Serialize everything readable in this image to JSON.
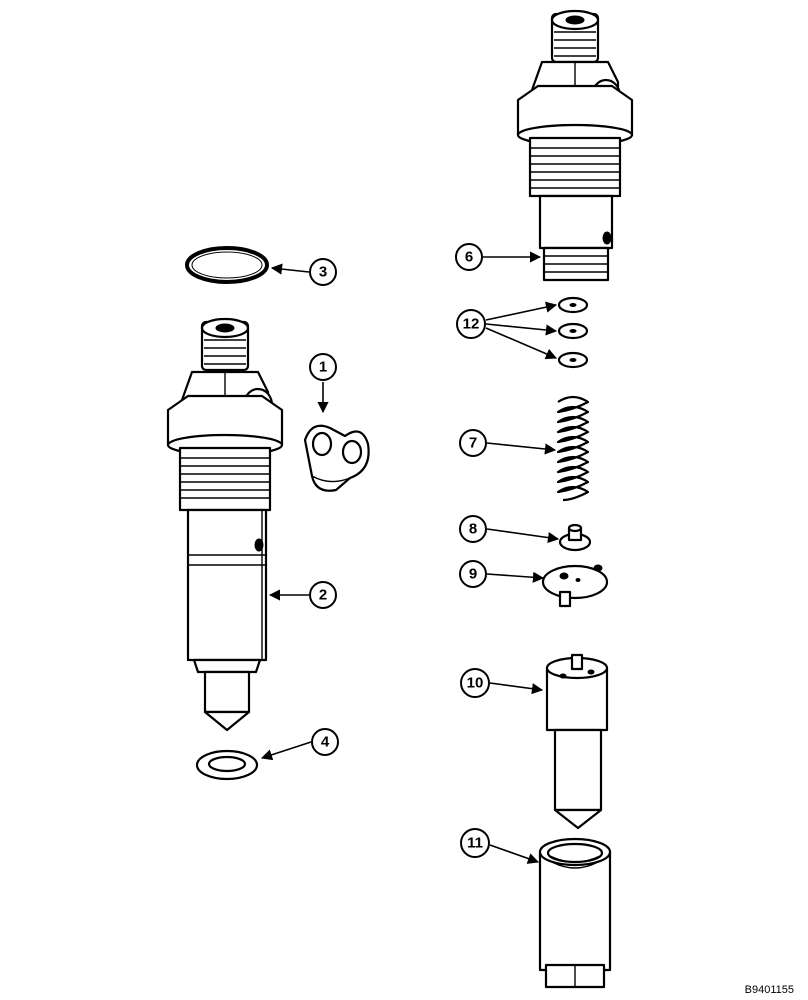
{
  "diagram": {
    "callouts": [
      {
        "id": "c1",
        "label": "1"
      },
      {
        "id": "c2",
        "label": "2"
      },
      {
        "id": "c3",
        "label": "3"
      },
      {
        "id": "c4",
        "label": "4"
      },
      {
        "id": "c6",
        "label": "6"
      },
      {
        "id": "c7",
        "label": "7"
      },
      {
        "id": "c8",
        "label": "8"
      },
      {
        "id": "c9",
        "label": "9"
      },
      {
        "id": "c10",
        "label": "10"
      },
      {
        "id": "c11",
        "label": "11"
      },
      {
        "id": "c12",
        "label": "12"
      }
    ],
    "reference_code": "B9401155"
  }
}
